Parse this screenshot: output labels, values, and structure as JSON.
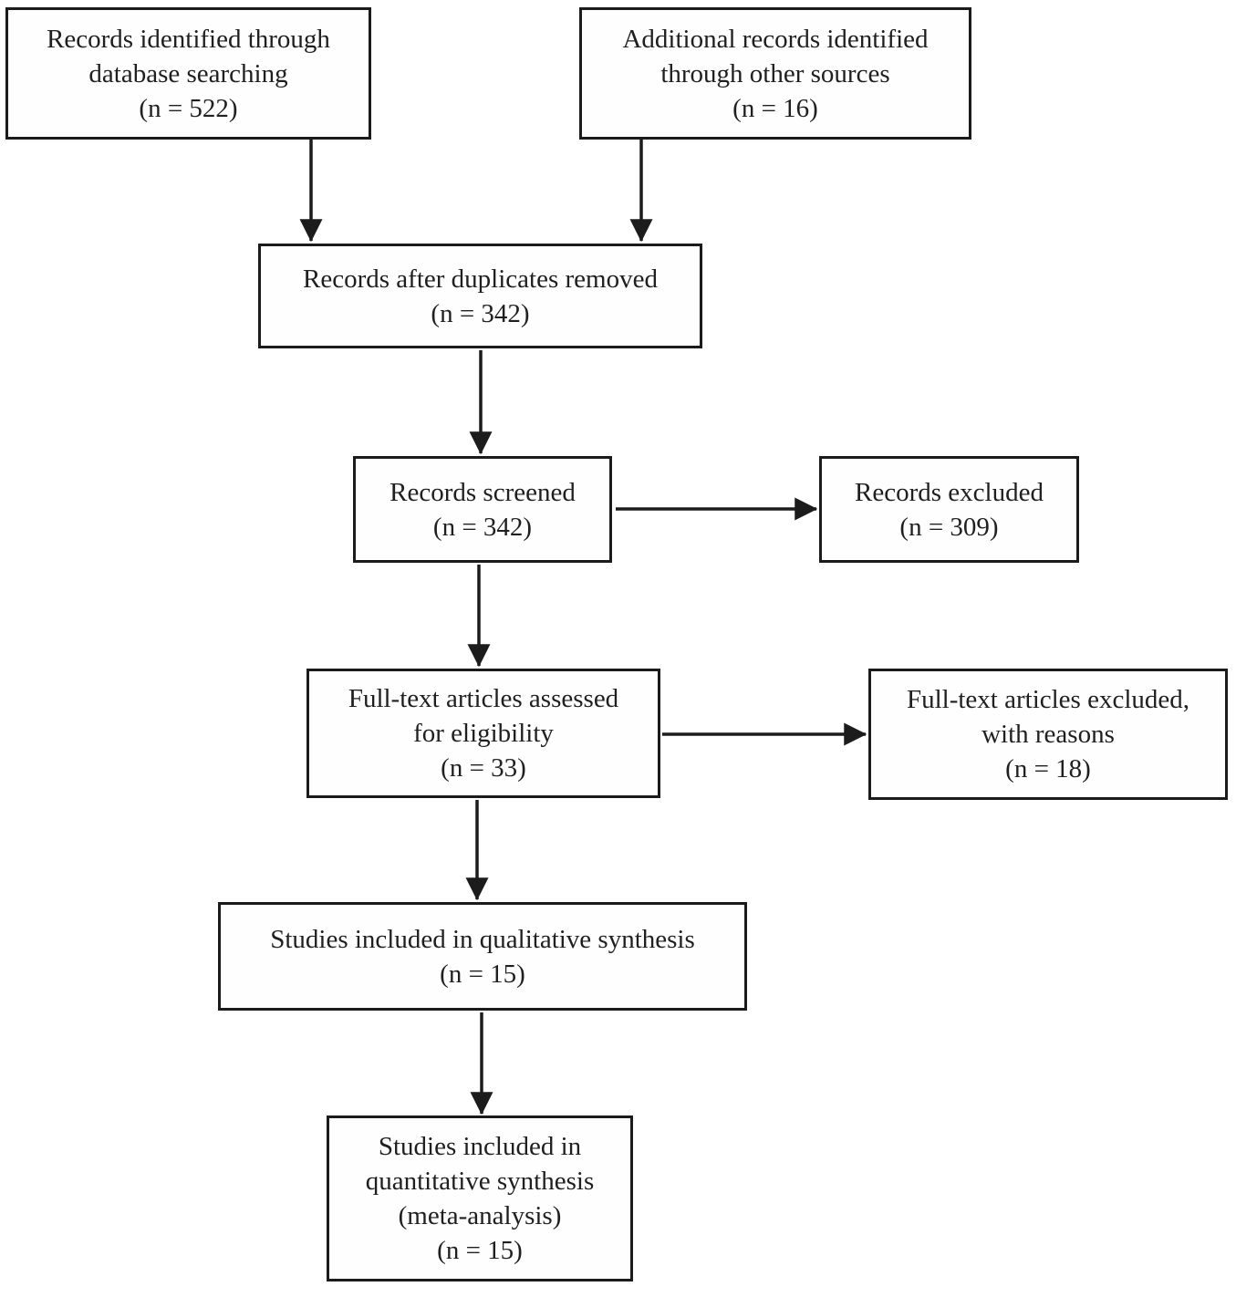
{
  "colors": {
    "line": "#1c1c1c",
    "text": "#1f1f1f",
    "box_fill": "#fefefe",
    "background": "#ffffff"
  },
  "nodes": {
    "records_identified": {
      "lines": [
        "Records identified through",
        "database searching",
        "(n = 522)"
      ],
      "n": 522
    },
    "additional_records": {
      "lines": [
        "Additional records identified",
        "through other sources",
        "(n = 16)"
      ],
      "n": 16
    },
    "duplicates_removed": {
      "lines": [
        "Records after duplicates removed",
        "(n = 342)"
      ],
      "n": 342
    },
    "records_screened": {
      "lines": [
        "Records screened",
        "(n = 342)"
      ],
      "n": 342
    },
    "records_excluded": {
      "lines": [
        "Records excluded",
        "(n = 309)"
      ],
      "n": 309
    },
    "fulltext_assessed": {
      "lines": [
        "Full-text articles assessed",
        "for eligibility",
        "(n = 33)"
      ],
      "n": 33
    },
    "fulltext_excluded": {
      "lines": [
        "Full-text articles excluded,",
        "with reasons",
        "(n = 18)"
      ],
      "n": 18
    },
    "qualitative_synthesis": {
      "lines": [
        "Studies included in qualitative synthesis",
        "(n = 15)"
      ],
      "n": 15
    },
    "quantitative_synthesis": {
      "lines": [
        "Studies included in",
        "quantitative synthesis",
        "(meta-analysis)",
        "(n = 15)"
      ],
      "n": 15
    }
  },
  "edges": [
    {
      "from": "records_identified",
      "to": "duplicates_removed"
    },
    {
      "from": "additional_records",
      "to": "duplicates_removed"
    },
    {
      "from": "duplicates_removed",
      "to": "records_screened"
    },
    {
      "from": "records_screened",
      "to": "records_excluded"
    },
    {
      "from": "records_screened",
      "to": "fulltext_assessed"
    },
    {
      "from": "fulltext_assessed",
      "to": "fulltext_excluded"
    },
    {
      "from": "fulltext_assessed",
      "to": "qualitative_synthesis"
    },
    {
      "from": "qualitative_synthesis",
      "to": "quantitative_synthesis"
    }
  ]
}
